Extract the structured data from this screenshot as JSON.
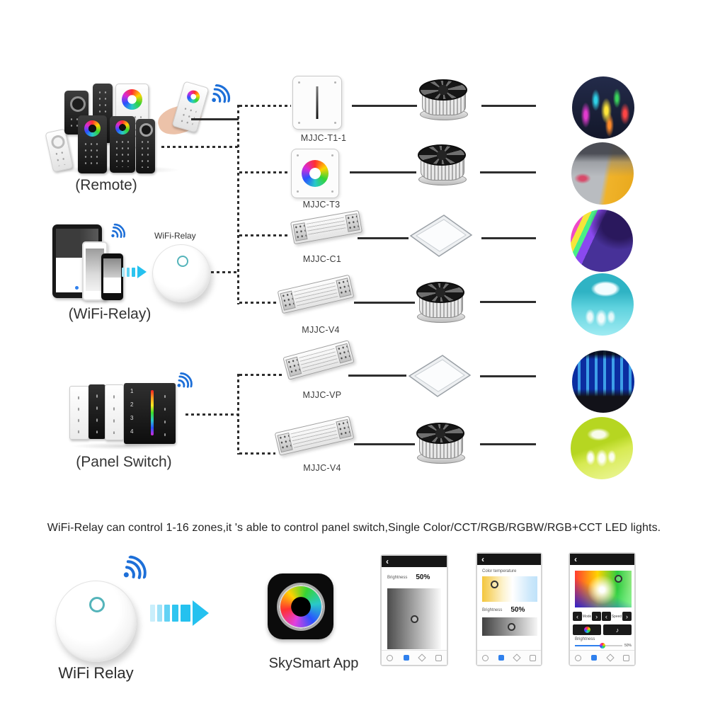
{
  "colors": {
    "wifi_blue": "#1d6fd8",
    "arrow_cyan": "#25c1ef",
    "line_dark": "#2e2e2e",
    "nav_blue": "#2f80ed",
    "relay_ring_teal": "#54b4ba"
  },
  "diagram": {
    "remote_group": {
      "caption": "(Remote)"
    },
    "wifi_relay_group": {
      "device_label": "WiFi-Relay",
      "caption": "(WiFi-Relay)"
    },
    "panel_switch_group": {
      "caption": "(Panel Switch)",
      "zones": [
        "1",
        "2",
        "3",
        "4"
      ]
    },
    "rows": [
      {
        "controller": "MJJC-T1-1",
        "output": "led-strip-reel",
        "scene": "city-neon-night"
      },
      {
        "controller": "MJJC-T3",
        "output": "led-strip-reel",
        "scene": "factory-yellow-interior"
      },
      {
        "controller": "MJJC-C1",
        "output": "led-panel",
        "scene": "led-pillar-hall"
      },
      {
        "controller": "MJJC-V4",
        "output": "led-strip-reel",
        "scene": "cyan-lobby"
      },
      {
        "controller": "MJJC-VP",
        "output": "led-panel",
        "scene": "blue-building-facade"
      },
      {
        "controller": "MJJC-V4",
        "output": "led-strip-reel",
        "scene": "green-exhibition-hall"
      }
    ]
  },
  "caption": "WiFi-Relay can control 1-16 zones,it 's able to control panel switch,Single Color/CCT/RGB/RGBW/RGB+CCT LED lights.",
  "bottom": {
    "relay_label": "WiFi Relay",
    "app_label": "SkySmart App",
    "glyphs": {
      "back": "‹",
      "prev": "‹",
      "next": "›",
      "music": "♪"
    },
    "screens": {
      "dim": {
        "brightness_label": "Brightness",
        "brightness_value": "50%"
      },
      "cct": {
        "cct_label": "Color temperature",
        "brightness_label": "Brightness",
        "brightness_value": "50%"
      },
      "rgb": {
        "mode_label": "Mode",
        "speed_label": "Speed",
        "brightness_label": "Brightness",
        "brightness_value": "50%"
      }
    }
  }
}
